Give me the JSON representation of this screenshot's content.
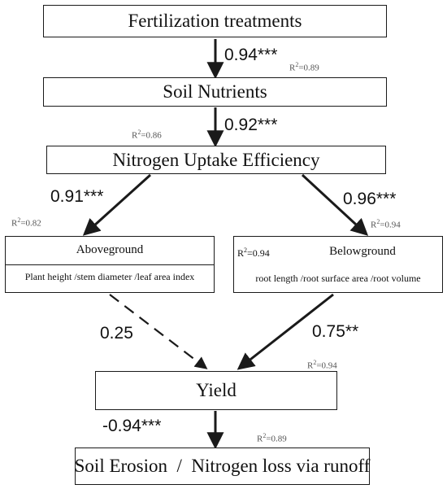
{
  "nodes": {
    "fertilization": {
      "label": "Fertilization treatments"
    },
    "soil_nutrients": {
      "label": "Soil Nutrients"
    },
    "nue": {
      "label": "Nitrogen Uptake Efficiency"
    },
    "aboveground": {
      "title": "Aboveground",
      "detail": "Plant height /stem diameter /leaf area index"
    },
    "belowground": {
      "title": "Belowground",
      "detail": "root length /root surface area /root volume"
    },
    "yield": {
      "label": "Yield"
    },
    "erosion": {
      "label": "Soil Erosion  /  Nitrogen loss via runoff"
    }
  },
  "paths": {
    "fert_to_soil": {
      "coef": "0.94***",
      "r2_prefix": "R",
      "r2_value": "=0.89"
    },
    "soil_to_nue": {
      "coef": "0.92***",
      "r2_prefix": "R",
      "r2_value": "=0.86"
    },
    "nue_to_above": {
      "coef": "0.91***",
      "r2_prefix": "R",
      "r2_value": "=0.82"
    },
    "nue_to_below": {
      "coef": "0.96***",
      "r2_prefix": "R",
      "r2_value": "=0.94"
    },
    "below_inside_r2": {
      "r2_prefix": "R",
      "r2_value": "=0.94"
    },
    "above_to_yield": {
      "coef": "0.25",
      "style": "dashed"
    },
    "below_to_yield": {
      "coef": "0.75**",
      "style": "solid"
    },
    "yield_r2": {
      "r2_prefix": "R",
      "r2_value": "=0.94"
    },
    "yield_to_erosion": {
      "coef": "-0.94***",
      "r2_prefix": "R",
      "r2_value": "=0.89"
    }
  },
  "superscript": "2",
  "colors": {
    "line": "#1a1a1a",
    "r2_text": "#555555"
  }
}
